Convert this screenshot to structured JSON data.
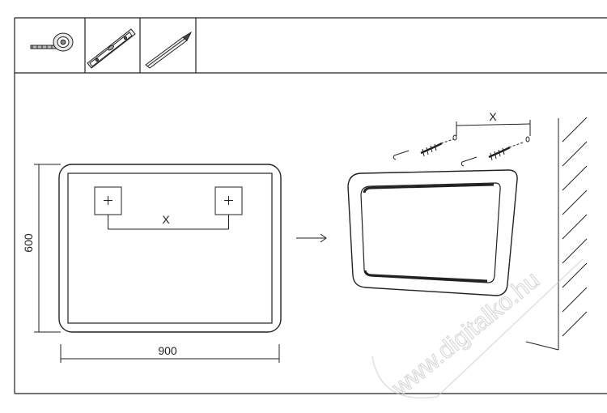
{
  "tools": [
    {
      "icon": "tape-measure-icon"
    },
    {
      "icon": "spirit-level-icon"
    },
    {
      "icon": "pencil-icon"
    }
  ],
  "front_view": {
    "height_label": "600",
    "width_label": "900",
    "hanger_spacing_label": "X"
  },
  "arrow_icon": "arrow-right-icon",
  "mounting_view": {
    "spacing_label": "X",
    "hardware_icons": [
      "hook-screw-icon",
      "wall-plug-icon"
    ]
  },
  "watermark": "www.digitalko.hu",
  "colors": {
    "line": "#222222",
    "frame_fill": "#ffffff",
    "watermark": "#c8c8c8"
  }
}
